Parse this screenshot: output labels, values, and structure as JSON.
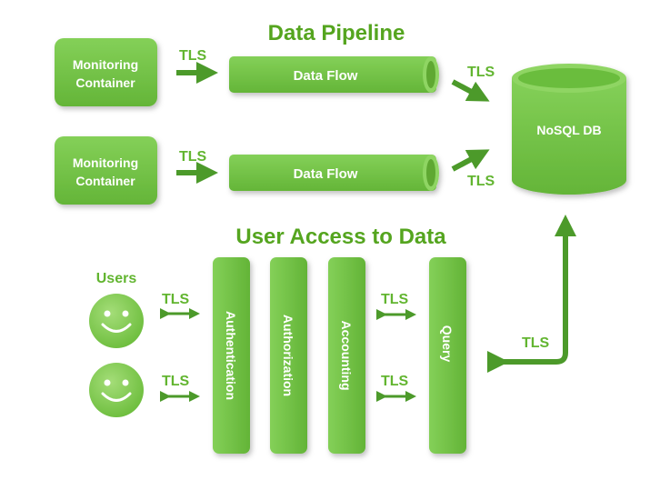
{
  "pipeline": {
    "title": "Data Pipeline",
    "containers": [
      {
        "line1": "Monitoring",
        "line2": "Container"
      },
      {
        "line1": "Monitoring",
        "line2": "Container"
      }
    ],
    "flows": [
      "Data Flow",
      "Data Flow"
    ],
    "tls_in": [
      "TLS",
      "TLS"
    ],
    "tls_db": [
      "TLS",
      "TLS"
    ],
    "database": "NoSQL DB"
  },
  "access": {
    "title": "User Access to Data",
    "users_label": "Users",
    "tls_users": [
      "TLS",
      "TLS"
    ],
    "stages": [
      "Authentication",
      "Authorization",
      "Accounting"
    ],
    "tls_query": [
      "TLS",
      "TLS"
    ],
    "query": "Query",
    "tls_db": "TLS"
  },
  "colors": {
    "box": "#72c246",
    "box_dark": "#5aa532",
    "title": "#55a51f",
    "label": "#62b530",
    "arrow": "#4c9a2a",
    "face": "#7ecb4d"
  },
  "icons": [
    "smiley-face-icon"
  ]
}
